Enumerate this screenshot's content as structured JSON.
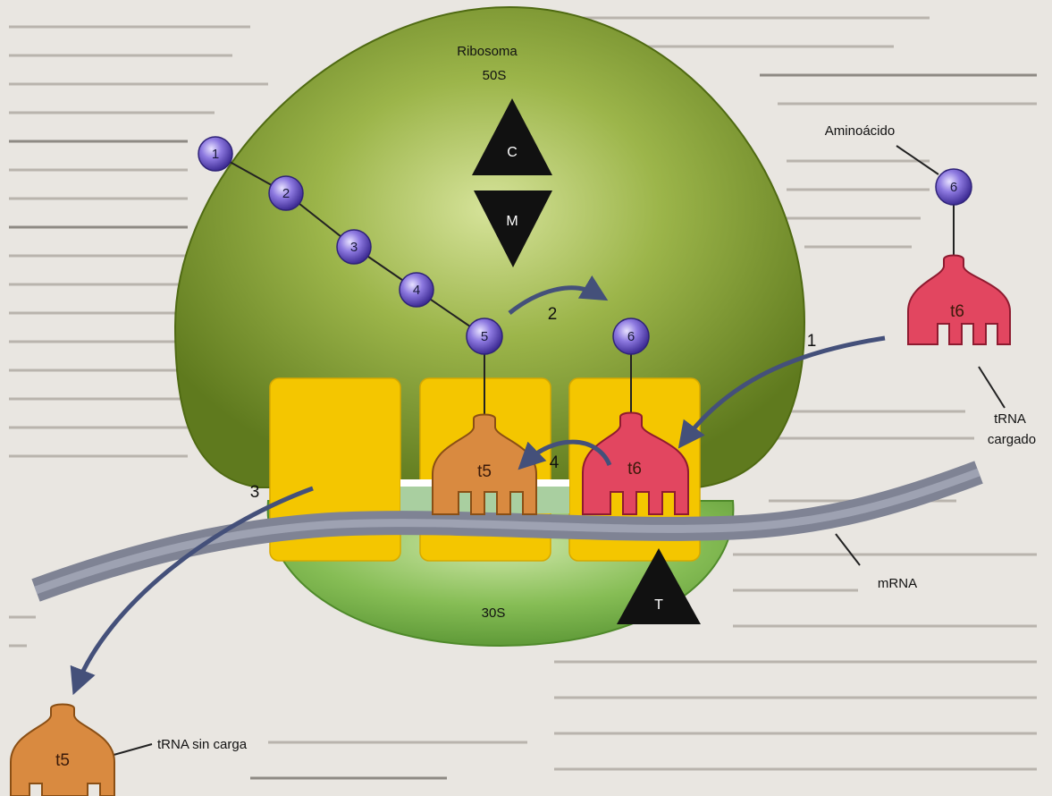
{
  "ribosome": {
    "large_subunit_name": "Ribosoma",
    "large_subunit_size": "50S",
    "small_subunit_size": "30S",
    "site_c_label": "C",
    "site_m_label": "M",
    "site_t_label": "T"
  },
  "chain": {
    "beads": [
      "1",
      "2",
      "3",
      "4",
      "5"
    ]
  },
  "sites": {
    "p_site": {
      "bead": "5",
      "trna": "t5"
    },
    "a_site": {
      "bead": "6",
      "trna": "t6"
    }
  },
  "incoming": {
    "bead": "6",
    "trna": "t6",
    "aminoacid_label": "Aminoácido",
    "trna_label_line1": "tRNA",
    "trna_label_line2": "cargado"
  },
  "released": {
    "trna": "t5",
    "label": "tRNA sin carga"
  },
  "mrna_label": "mRNA",
  "steps": {
    "one": "1",
    "two": "2",
    "three": "3",
    "four": "4"
  },
  "colors": {
    "large_subunit": "#7e9a2e",
    "small_subunit": "#78b048",
    "site_box": "#f4c600",
    "bead": "#5c48b8",
    "trna_charged": "#e24660",
    "trna_uncharged": "#d98a40",
    "mrna": "#8a8e9e",
    "arrow": "#44507a"
  }
}
